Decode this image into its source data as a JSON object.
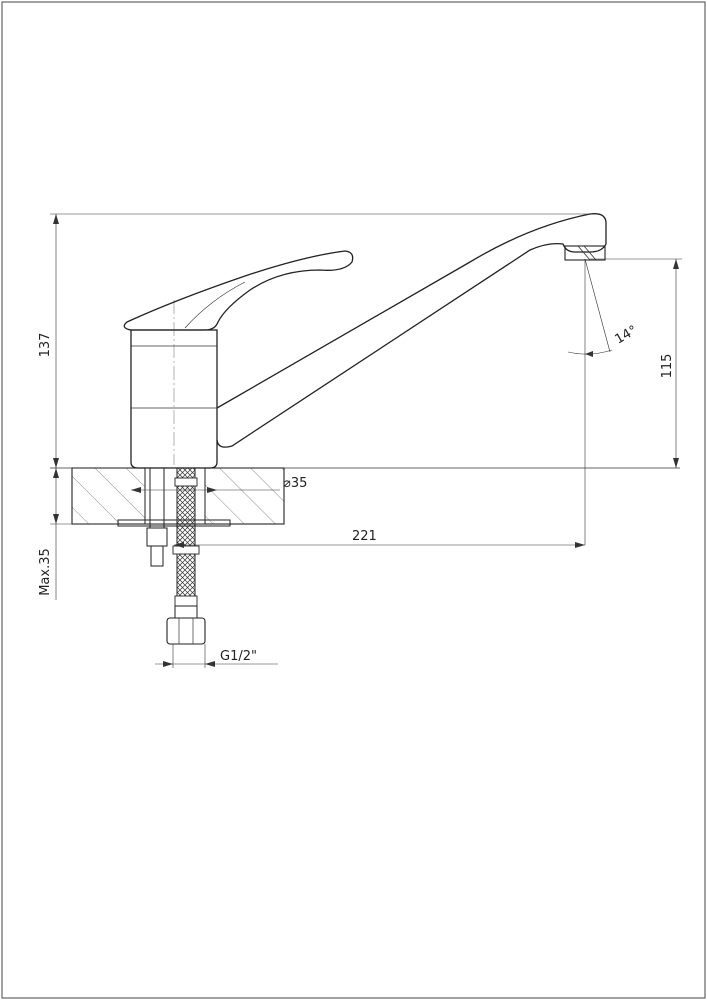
{
  "dimensions": {
    "overall_height": "137",
    "spout_height": "115",
    "spout_angle": "14°",
    "base_diameter": "⌀35",
    "spout_reach": "221",
    "max_countertop": "Max.35",
    "thread": "G1/2\""
  }
}
